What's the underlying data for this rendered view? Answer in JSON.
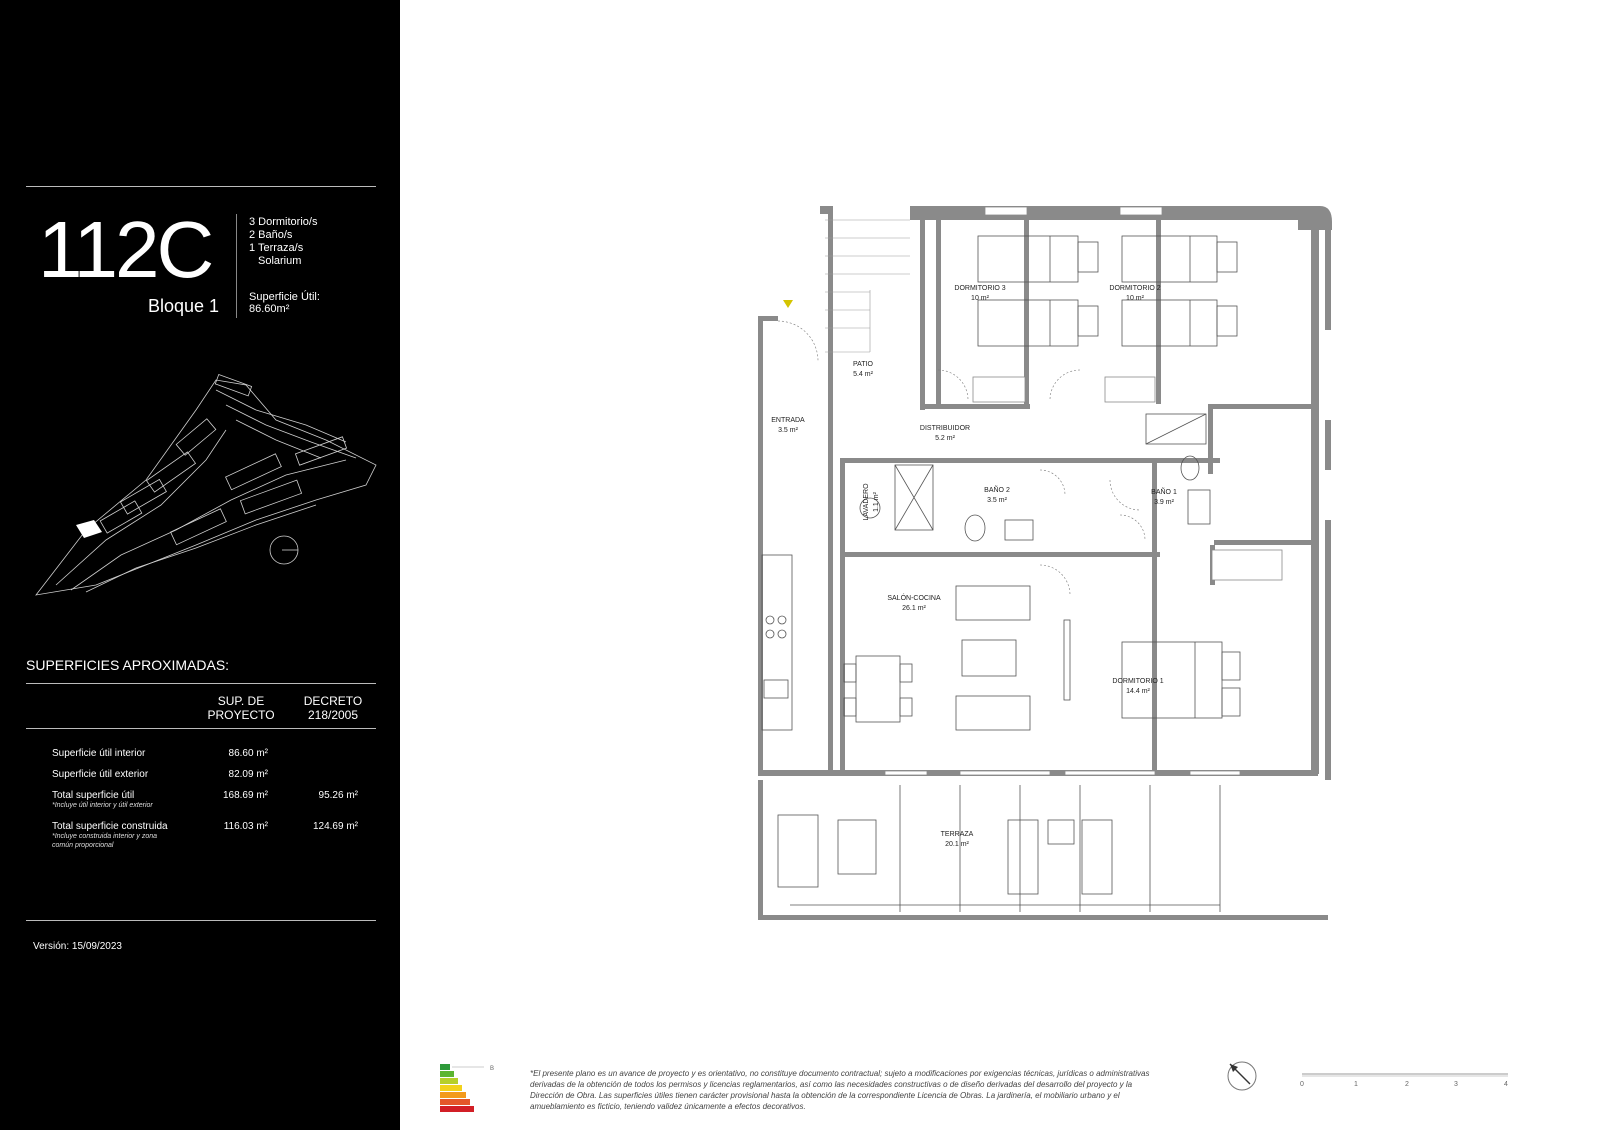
{
  "unit": {
    "code": "112C",
    "block": "Bloque 1",
    "specs": [
      "3 Dormitorio/s",
      "2 Baño/s",
      "1 Terraza/s",
      "Solarium"
    ],
    "useful_area_label": "Superficie Útil:",
    "useful_area_value": "86.60m²"
  },
  "areas": {
    "title": "SUPERFICIES APROXIMADAS:",
    "col1_line1": "SUP. DE",
    "col1_line2": "PROYECTO",
    "col2_line1": "DECRETO",
    "col2_line2": "218/2005",
    "rows": [
      {
        "label": "Superficie útil interior",
        "note": "",
        "note2": "",
        "project": "86.60 m²",
        "decree": ""
      },
      {
        "label": "Superficie útil exterior",
        "note": "",
        "note2": "",
        "project": "82.09 m²",
        "decree": ""
      },
      {
        "label": "Total superficie útil",
        "note": "*Incluye útil interior y útil exterior",
        "note2": "",
        "project": "168.69 m²",
        "decree": "95.26 m²"
      },
      {
        "label": "Total superficie construida",
        "note": "*Incluye construida interior y zona",
        "note2": "común proporcional",
        "project": "116.03 m²",
        "decree": "124.69 m²"
      }
    ]
  },
  "version": "Versión: 15/09/2023",
  "rooms": {
    "patio": {
      "name": "PATIO",
      "area": "5.4 m²"
    },
    "dorm3": {
      "name": "DORMITORIO 3",
      "area": "10 m²"
    },
    "dorm2": {
      "name": "DORMITORIO 2",
      "area": "10 m²"
    },
    "entrada": {
      "name": "ENTRADA",
      "area": "3.5 m²"
    },
    "distribuidor": {
      "name": "DISTRIBUIDOR",
      "area": "5.2 m²"
    },
    "lavadero": {
      "name": "LAVADERO",
      "area": "1.1 m²"
    },
    "bano2": {
      "name": "BAÑO 2",
      "area": "3.5 m²"
    },
    "bano1": {
      "name": "BAÑO 1",
      "area": "3.9 m²"
    },
    "salon": {
      "name": "SALÓN-COCINA",
      "area": "26.1 m²"
    },
    "dorm1": {
      "name": "DORMITORIO 1",
      "area": "14.4 m²"
    },
    "terraza": {
      "name": "TERRAZA",
      "area": "20.1 m²"
    }
  },
  "disclaimer": "*El presente plano es un avance de proyecto y es orientativo, no constituye documento contractual; sujeto a modificaciones por exigencias técnicas, jurídicas o administrativas derivadas de la obtención de todos los permisos y licencias reglamentarios, así como las necesidades constructivas o de diseño derivadas del desarrollo del proyecto y la Dirección de Obra. Las superficies útiles tienen carácter provisional hasta la obtención de la correspondiente Licencia de Obras. La jardinería, el mobiliario urbano y el amueblamiento es ficticio, teniendo validez únicamente a efectos decorativos.",
  "energy_label": "B",
  "scale": [
    "0",
    "1",
    "2",
    "3",
    "4"
  ],
  "colors": {
    "sidebar": "#000000",
    "wall": "#8a8a8a",
    "marker": "#d4c400"
  }
}
